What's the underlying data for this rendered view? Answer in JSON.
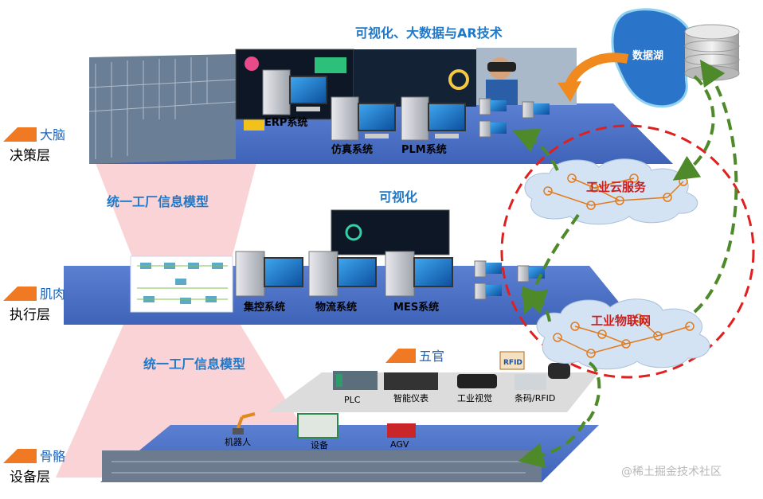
{
  "layers": {
    "brain": {
      "organ": "大脑",
      "name": "决策层"
    },
    "muscle": {
      "organ": "肌肉",
      "name": "执行层"
    },
    "bone": {
      "organ": "骨骼",
      "name": "设备层"
    },
    "senses": {
      "organ": "五官"
    }
  },
  "captions": {
    "top": "可视化、大数据与AR技术",
    "middle": "可视化",
    "model_upper": "统一工厂信息模型",
    "model_lower": "统一工厂信息模型"
  },
  "systems": {
    "erp": "ERP系统",
    "sim": "仿真系统",
    "plm": "PLM系统",
    "control": "集控系统",
    "logistics": "物流系统",
    "mes": "MES系统"
  },
  "devices": {
    "plc": "PLC",
    "meter": "智能仪表",
    "vision": "工业视觉",
    "rfid": "条码/RFID",
    "rfid_tag": "RFID",
    "robot": "机器人",
    "equipment": "设备",
    "agv": "AGV"
  },
  "network": {
    "cloud": "工业云服务",
    "iot": "工业物联网",
    "lake": "数据湖"
  },
  "watermark": "@稀土掘金技术社区",
  "colors": {
    "platform": "#4a6fc4",
    "plate_edge": "#2c4f9e",
    "tag": "#f07a24",
    "caption_blue": "#1f78c8",
    "cloud_text": "#c81e1e",
    "red_dash": "#e01f1f",
    "green_arrow": "#4e8a2a",
    "pink_beam": "#f7c4c8",
    "lake_blue": "#2a74c9",
    "orange_arrow": "#f08a1e"
  }
}
